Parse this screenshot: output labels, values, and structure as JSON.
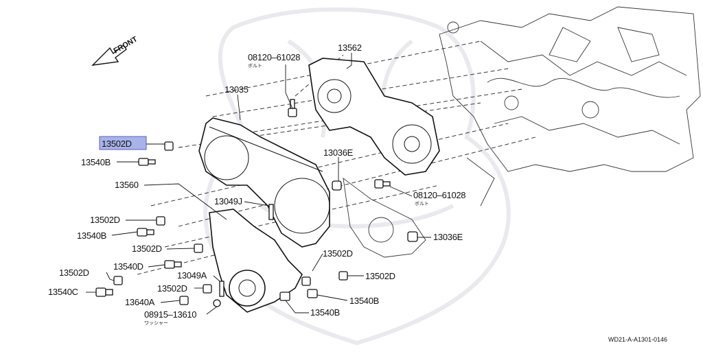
{
  "diagram": {
    "direction_label": "FRONT",
    "parts": {
      "bolt_08120_61028_top": {
        "number": "08120–61028",
        "note": "ボルト"
      },
      "cover_13562": {
        "number": "13562"
      },
      "cover_13035": {
        "number": "13035"
      },
      "nut_13502D_highlighted": {
        "number": "13502D"
      },
      "bolt_13540B_a": {
        "number": "13540B"
      },
      "nut_13036E_upper": {
        "number": "13036E"
      },
      "cover_13560": {
        "number": "13560"
      },
      "bolt_08120_61028_right": {
        "number": "08120–61028",
        "note": "ボルト"
      },
      "stud_13049J": {
        "number": "13049J"
      },
      "nut_13502D_b": {
        "number": "13502D"
      },
      "bolt_13540B_b": {
        "number": "13540B"
      },
      "nut_13036E_lower": {
        "number": "13036E"
      },
      "nut_13502D_c": {
        "number": "13502D"
      },
      "nut_13502D_d": {
        "number": "13502D"
      },
      "nut_13502D_e": {
        "number": "13502D"
      },
      "bolt_13540D": {
        "number": "13540D"
      },
      "nut_13502D_f": {
        "number": "13502D"
      },
      "stud_13049A": {
        "number": "13049A"
      },
      "bolt_13540C": {
        "number": "13540C"
      },
      "nut_13502D_g": {
        "number": "13502D"
      },
      "bolt_13540B_c": {
        "number": "13540B"
      },
      "bolt_13640A": {
        "number": "13640A"
      },
      "washer_08915_13610": {
        "number": "08915–13610",
        "note": "ワッシャー"
      },
      "bolt_13540B_d": {
        "number": "13540B"
      }
    },
    "highlight": {
      "part": "13502D",
      "color": "#9aa6e6"
    },
    "figure_code": "WD21-A-A1301-0146"
  }
}
